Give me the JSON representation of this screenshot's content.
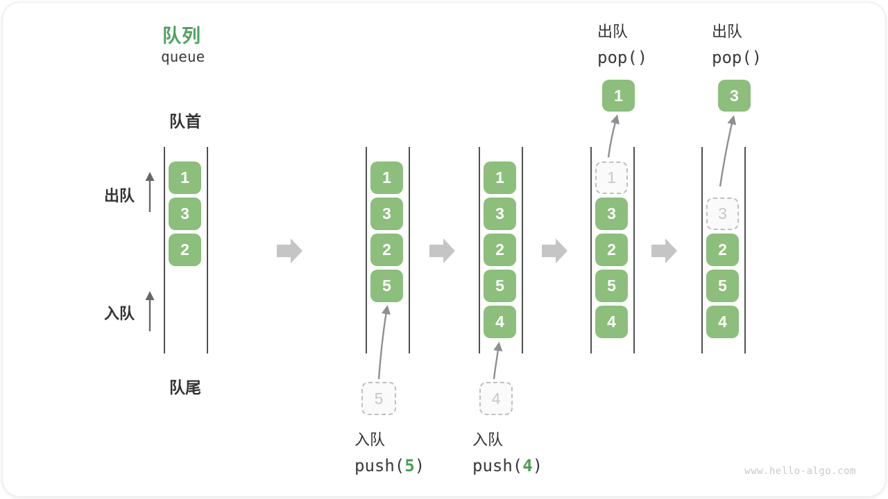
{
  "title": {
    "cn": "队列",
    "en": "queue"
  },
  "watermark": "www.hello-algo.com",
  "side_labels": {
    "front": "队首",
    "rear": "队尾",
    "dequeue": "出队",
    "enqueue": "入队"
  },
  "columns": [
    {
      "name": "state-initial",
      "boxes": [
        {
          "slot": 1,
          "value": "1"
        },
        {
          "slot": 2,
          "value": "3"
        },
        {
          "slot": 3,
          "value": "2"
        }
      ]
    },
    {
      "name": "state-after-push-5",
      "boxes": [
        {
          "slot": 1,
          "value": "1"
        },
        {
          "slot": 2,
          "value": "3"
        },
        {
          "slot": 3,
          "value": "2"
        },
        {
          "slot": 4,
          "value": "5"
        }
      ]
    },
    {
      "name": "state-after-push-4",
      "boxes": [
        {
          "slot": 1,
          "value": "1"
        },
        {
          "slot": 2,
          "value": "3"
        },
        {
          "slot": 3,
          "value": "2"
        },
        {
          "slot": 4,
          "value": "5"
        },
        {
          "slot": 5,
          "value": "4"
        }
      ]
    },
    {
      "name": "state-after-pop-1",
      "boxes": [
        {
          "slot": 1,
          "value": "1",
          "ghost": true
        },
        {
          "slot": 2,
          "value": "3"
        },
        {
          "slot": 3,
          "value": "2"
        },
        {
          "slot": 4,
          "value": "5"
        },
        {
          "slot": 5,
          "value": "4"
        }
      ],
      "popped": {
        "value": "1",
        "label_cn": "出队",
        "code": "pop()"
      }
    },
    {
      "name": "state-after-pop-3",
      "boxes": [
        {
          "slot": 2,
          "value": "3",
          "ghost": true
        },
        {
          "slot": 3,
          "value": "2"
        },
        {
          "slot": 4,
          "value": "5"
        },
        {
          "slot": 5,
          "value": "4"
        }
      ],
      "popped": {
        "value": "3",
        "label_cn": "出队",
        "code": "pop()"
      }
    }
  ],
  "enqueue_ops": [
    {
      "ghost_value": "5",
      "label_cn": "入队",
      "code_prefix": "push(",
      "arg": "5",
      "code_suffix": ")"
    },
    {
      "ghost_value": "4",
      "label_cn": "入队",
      "code_prefix": "push(",
      "arg": "4",
      "code_suffix": ")"
    }
  ],
  "colors": {
    "box_green": "#8CBE7C",
    "title_green": "#4EA25E",
    "code_arg_green": "#47A050",
    "text_dark": "#333333",
    "channel_line": "#4F4F4F",
    "thin_arrow": "#8F8F8F",
    "block_arrow": "#C5C5C5",
    "ghost_border": "#BFBFBF",
    "ghost_text": "#C7C7C7",
    "watermark_gray": "#C9C9C9"
  }
}
